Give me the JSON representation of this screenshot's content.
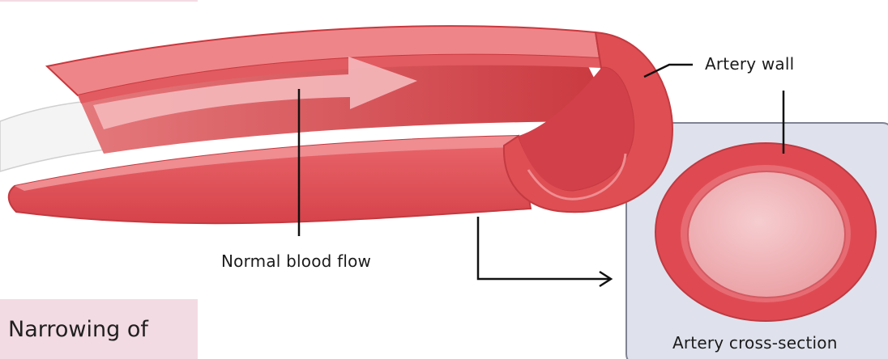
{
  "labels": {
    "artery_wall": "Artery wall",
    "normal_blood_flow": "Normal blood flow",
    "artery_cross_section": "Artery cross-section"
  },
  "banner": {
    "text": "Narrowing of"
  },
  "colors": {
    "wall_outer": "#d9484c",
    "wall_mid": "#e25b60",
    "wall_light": "#f08a8e",
    "lumen": "#f2b9bc",
    "panel_bg": "#dfe2ec",
    "banner_bg": "#f3dbe3"
  }
}
